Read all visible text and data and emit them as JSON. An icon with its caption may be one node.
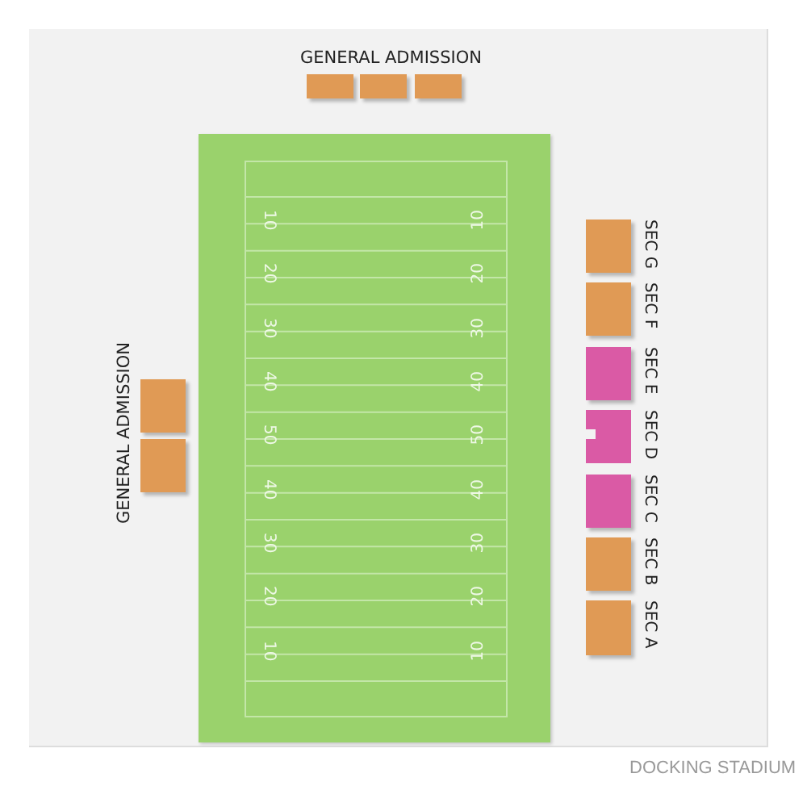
{
  "diagram": {
    "nodes": [
      {
        "text": [],
        "shape": "box"
      },
      {
        "text": [],
        "shape": "box"
      },
      {
        "text": [],
        "shape": "box"
      },
      {
        "text": [],
        "shape": "box"
      },
      {
        "text": [],
        "shape": "box"
      },
      {
        "text": [],
        "shape": "box",
        "beside": [
          "SEC G"
        ]
      },
      {
        "text": [],
        "shape": "box",
        "beside": [
          "SEC F"
        ]
      },
      {
        "text": [],
        "shape": "box",
        "beside": [
          "SEC E"
        ]
      },
      {
        "text": [],
        "shape": "box",
        "beside": [
          "SEC D"
        ]
      },
      {
        "text": [],
        "shape": "box",
        "beside": [
          "SEC C"
        ]
      },
      {
        "text": [],
        "shape": "box",
        "beside": [
          "SEC B"
        ]
      },
      {
        "text": [],
        "shape": "box",
        "beside": [
          "SEC A"
        ]
      }
    ],
    "labels": [
      "GENERAL ADMISSION",
      "GENERAL ADMISSION",
      "10",
      "10",
      "20",
      "20",
      "30",
      "30",
      "40",
      "40",
      "50",
      "50",
      "40",
      "40",
      "30",
      "30",
      "20",
      "20",
      "10",
      "10",
      "DOCKING STADIUM"
    ]
  }
}
